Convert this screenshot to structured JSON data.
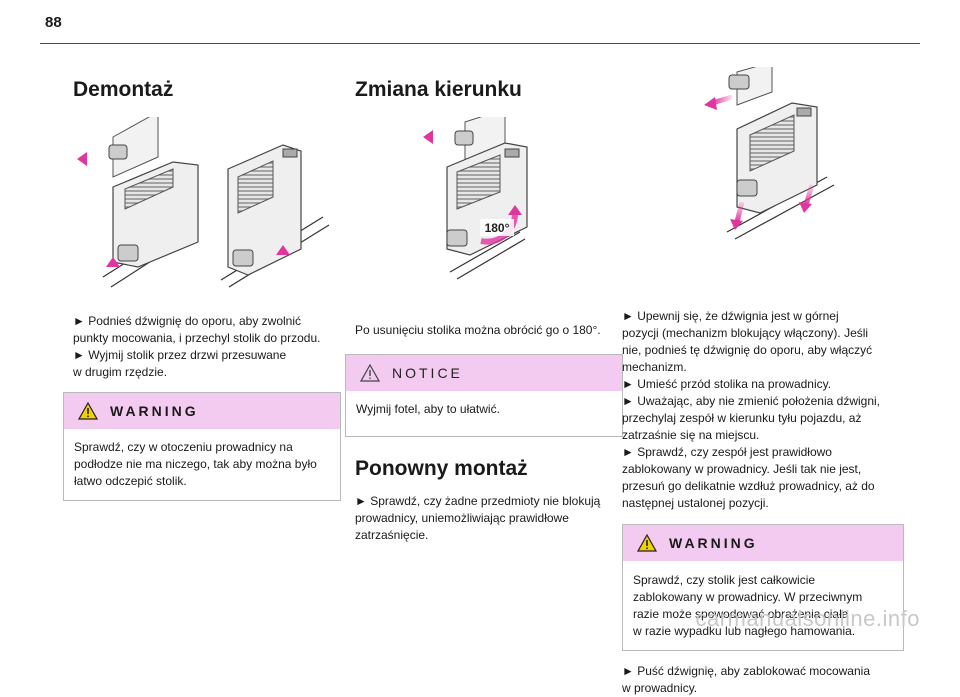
{
  "page_number": "88",
  "col1": {
    "title": "Demontaż",
    "lines": [
      "► Podnieś dźwignię do oporu, aby zwolnić",
      "punkty mocowania, i przechyl stolik do przodu.",
      "► Wyjmij stolik przez drzwi przesuwane",
      "w drugim rzędzie."
    ],
    "warning": {
      "label": "WARNING",
      "lines": [
        "Sprawdź, czy w otoczeniu prowadnicy na",
        "podłodze nie ma niczego, tak aby można było",
        "łatwo odczepić stolik."
      ]
    }
  },
  "col2": {
    "title": "Zmiana kierunku",
    "figure_label": "180°",
    "lines": [
      "Po usunięciu stolika można obrócić go o 180°."
    ],
    "notice": {
      "label": "NOTICE",
      "lines": [
        "Wyjmij fotel, aby to ułatwić."
      ]
    },
    "title2": "Ponowny montaż",
    "lines2": [
      "► Sprawdź, czy żadne przedmioty nie blokują",
      "prowadnicy, uniemożliwiając prawidłowe",
      "zatrzaśnięcie."
    ]
  },
  "col3": {
    "lines": [
      "► Upewnij się, że dźwignia jest w górnej",
      "pozycji (mechanizm blokujący włączony). Jeśli",
      "nie, podnieś tę dźwignię do oporu, aby włączyć",
      "mechanizm.",
      "► Umieść przód stolika na prowadnicy.",
      "► Uważając, aby nie zmienić położenia dźwigni,",
      "przechylaj zespół w kierunku tyłu pojazdu, aż",
      "zatrzaśnie się na miejscu.",
      "► Sprawdź, czy zespół jest prawidłowo",
      "zablokowany w prowadnicy. Jeśli tak nie jest,",
      "przesuń go delikatnie wzdłuż prowadnicy, aż do",
      "następnej ustalonej pozycji."
    ],
    "warning": {
      "label": "WARNING",
      "lines": [
        "Sprawdź, czy stolik jest całkowicie",
        "zablokowany w prowadnicy. W przeciwnym",
        "razie może spowodować obrażenia ciała",
        "w razie wypadku lub nagłego hamowania."
      ]
    },
    "lines2": [
      "► Puść dźwignię, aby zablokować mocowania",
      "w prowadnicy."
    ]
  },
  "footer": "carmanualsonline.info",
  "colors": {
    "accent": "#f4cbf0",
    "arrow": "#e0359e",
    "warning_icon": "#f0d000"
  }
}
